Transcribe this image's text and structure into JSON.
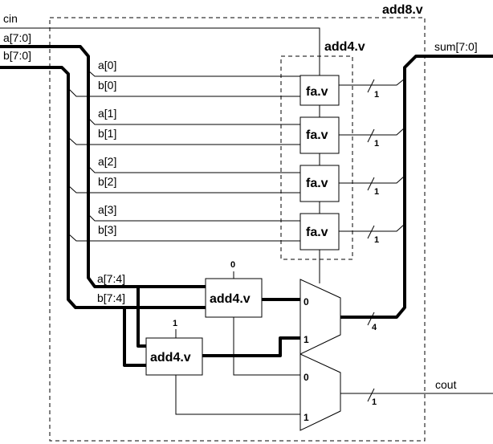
{
  "modules": {
    "outer": "add8.v",
    "inner": "add4.v"
  },
  "inputs": {
    "cin": "cin",
    "a": "a[7:0]",
    "b": "b[7:0]"
  },
  "outputs": {
    "sum": "sum[7:0]",
    "cout": "cout"
  },
  "bit_labels": {
    "a0": "a[0]",
    "b0": "b[0]",
    "a1": "a[1]",
    "b1": "b[1]",
    "a2": "a[2]",
    "b2": "b[2]",
    "a3": "a[3]",
    "b3": "b[3]",
    "a74": "a[7:4]",
    "b74": "b[7:4]"
  },
  "blocks": {
    "fa": "fa.v",
    "add4_top": "add4.v",
    "add4_bottom": "add4.v"
  },
  "carry_constants": {
    "top": "0",
    "bottom": "1"
  },
  "widths": {
    "fa0": "1",
    "fa1": "1",
    "fa2": "1",
    "fa3": "1",
    "mux_sum": "4",
    "cout": "1"
  },
  "mux_inputs": {
    "sum_in0": "0",
    "sum_in1": "1",
    "carry_in0": "0",
    "carry_in1": "1"
  }
}
